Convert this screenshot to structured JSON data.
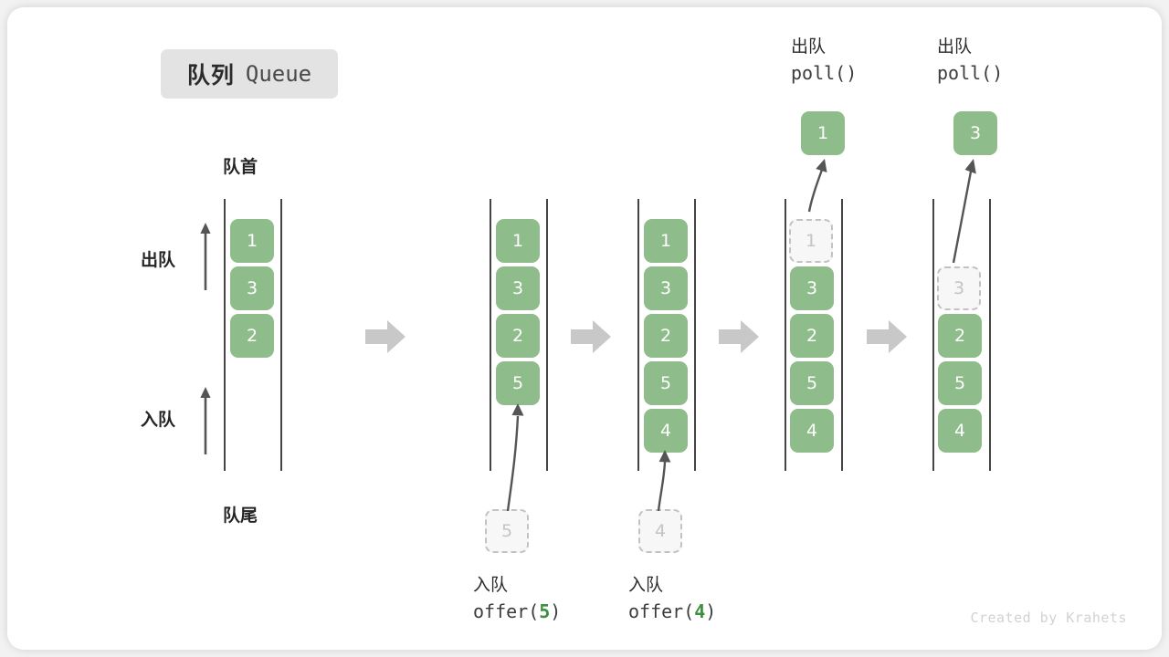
{
  "title": {
    "cn": "队列",
    "en": "Queue"
  },
  "labels": {
    "front": "队首",
    "rear": "队尾",
    "dequeue": "出队",
    "enqueue": "入队"
  },
  "stages": [
    {
      "id": "initial",
      "cells": [
        "1",
        "3",
        "2"
      ],
      "ghost": null,
      "caption_cn": null,
      "caption_code": null
    },
    {
      "id": "offer-5",
      "cells": [
        "1",
        "3",
        "2",
        "5"
      ],
      "ghost": {
        "value": "5",
        "position": "bottom"
      },
      "caption_cn": "入队",
      "caption_code_prefix": "offer(",
      "caption_code_num": "5",
      "caption_code_suffix": ")"
    },
    {
      "id": "offer-4",
      "cells": [
        "1",
        "3",
        "2",
        "5",
        "4"
      ],
      "ghost": {
        "value": "4",
        "position": "bottom"
      },
      "caption_cn": "入队",
      "caption_code_prefix": "offer(",
      "caption_code_num": "4",
      "caption_code_suffix": ")"
    },
    {
      "id": "poll-1",
      "cells": [
        "3",
        "2",
        "5",
        "4"
      ],
      "ghost": {
        "value": "1",
        "position": "top"
      },
      "output": "1",
      "caption_cn": "出队",
      "caption_code": "poll()"
    },
    {
      "id": "poll-3",
      "cells": [
        "2",
        "5",
        "4"
      ],
      "ghost": {
        "value": "3",
        "position": "top"
      },
      "output": "3",
      "caption_cn": "出队",
      "caption_code": "poll()"
    }
  ],
  "colors": {
    "cell_green": "#8fbc8b",
    "ghost_fill": "#f7f7f7",
    "ghost_border": "#c2c2c2",
    "rail": "#444444",
    "arrow_gray": "#c8c8c8",
    "motion_arrow": "#555555",
    "accent_number": "#3f8f3f",
    "badge_bg": "#e3e3e3"
  },
  "watermark": "Created by Krahets"
}
